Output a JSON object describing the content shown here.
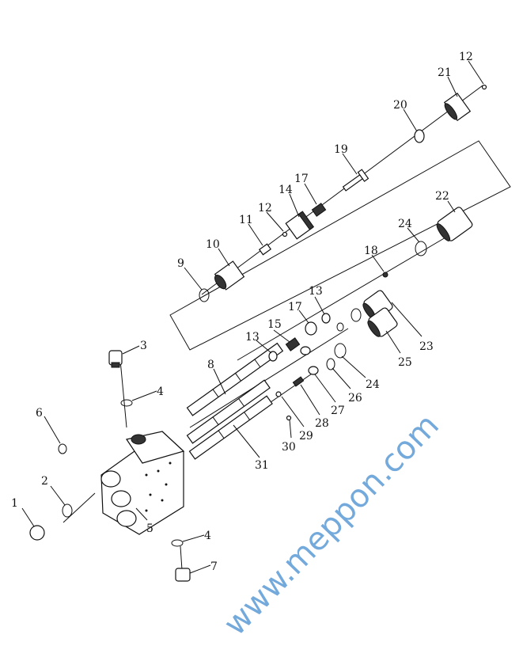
{
  "watermark": "www.meppon.com",
  "labels": [
    "1",
    "2",
    "3",
    "4",
    "4",
    "5",
    "6",
    "7",
    "8",
    "9",
    "10",
    "11",
    "12",
    "12",
    "13",
    "13",
    "14",
    "15",
    "17",
    "17",
    "18",
    "19",
    "20",
    "21",
    "22",
    "23",
    "24",
    "24",
    "25",
    "26",
    "27",
    "28",
    "29",
    "30",
    "31"
  ]
}
